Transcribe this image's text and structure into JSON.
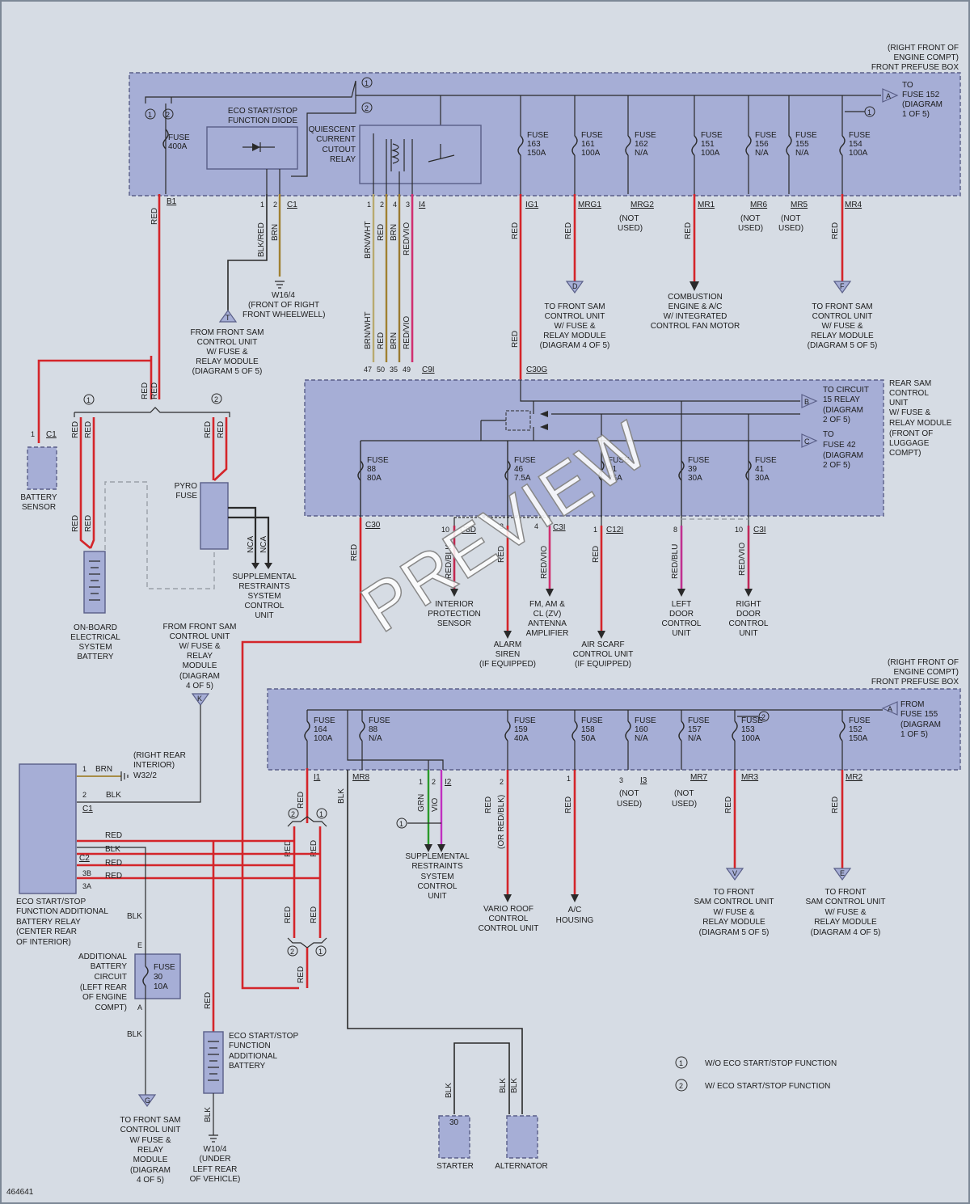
{
  "figure_id": "464641",
  "watermark": "PREVIEW",
  "top_box": {
    "location": [
      "(RIGHT FRONT OF",
      "ENGINE COMPT)",
      "FRONT PREFUSE BOX"
    ],
    "fuse_400": [
      "FUSE",
      "400A"
    ],
    "diode": [
      "ECO START/STOP",
      "FUNCTION DIODE"
    ],
    "relay": [
      "QUIESCENT",
      "CURRENT",
      "CUTOUT",
      "RELAY"
    ],
    "fuses": [
      [
        "FUSE",
        "163",
        "150A"
      ],
      [
        "FUSE",
        "161",
        "100A"
      ],
      [
        "FUSE",
        "162",
        "N/A"
      ],
      [
        "FUSE",
        "151",
        "100A"
      ],
      [
        "FUSE",
        "156",
        "N/A"
      ],
      [
        "FUSE",
        "155",
        "N/A"
      ],
      [
        "FUSE",
        "154",
        "100A"
      ]
    ],
    "to_fuse_152": [
      "TO",
      "FUSE 152",
      "(DIAGRAM",
      "1 OF 5)"
    ],
    "conn": {
      "b1": "B1",
      "c1": "C1",
      "i4": "I4",
      "ig1": "IG1",
      "mrg1": "MRG1",
      "mrg2": "MRG2",
      "mr1": "MR1",
      "mr6": "MR6",
      "mr5": "MR5",
      "mr4": "MR4"
    },
    "not_used": [
      "(NOT",
      "USED)"
    ]
  },
  "wires_top": {
    "red": "RED",
    "blk_red": "BLK/RED",
    "brn": "BRN",
    "brn_wht": "BRN/WHT",
    "red_vio": "RED/VIO"
  },
  "ground_w16": [
    "W16/4",
    "(FRONT OF RIGHT",
    "FRONT WHEELWELL)"
  ],
  "from_front_sam_t": [
    "FROM FRONT SAM",
    "CONTROL UNIT",
    "W/ FUSE &",
    "RELAY MODULE",
    "(DIAGRAM 5 OF 5)"
  ],
  "to_front_sam_d": [
    "TO FRONT SAM",
    "CONTROL UNIT",
    "W/ FUSE &",
    "RELAY MODULE",
    "(DIAGRAM 4 OF 5)"
  ],
  "combustion": [
    "COMBUSTION",
    "ENGINE & A/C",
    "W/ INTEGRATED",
    "CONTROL FAN MOTOR"
  ],
  "to_front_sam_f": [
    "TO FRONT SAM",
    "CONTROL UNIT",
    "W/ FUSE &",
    "RELAY MODULE",
    "(DIAGRAM 5 OF 5)"
  ],
  "c9i_pins": [
    "47",
    "50",
    "35",
    "49"
  ],
  "c9i": "C9I",
  "c30g": "C30G",
  "rear_sam": {
    "title": [
      "REAR SAM",
      "CONTROL",
      "UNIT",
      "W/ FUSE &",
      "RELAY MODULE",
      "(FRONT OF",
      "LUGGAGE",
      "COMPT)"
    ],
    "to_circuit": [
      "TO CIRCUIT",
      "15 RELAY",
      "(DIAGRAM",
      "2 OF 5)"
    ],
    "to_fuse42": [
      "TO",
      "FUSE 42",
      "(DIAGRAM",
      "2 OF 5)"
    ],
    "fuses": [
      [
        "FUSE",
        "88",
        "80A"
      ],
      [
        "FUSE",
        "46",
        "7.5A"
      ],
      [
        "FUSE",
        "61",
        "25A"
      ],
      [
        "FUSE",
        "39",
        "30A"
      ],
      [
        "FUSE",
        "41",
        "30A"
      ]
    ],
    "conn": {
      "c30": "C30",
      "c8d": "C8D",
      "c3i": "C3I",
      "c12i": "C12I",
      "c3i_b": "C3I"
    },
    "pins": {
      "p10a": "10",
      "p3": "3",
      "p4": "4",
      "p1": "1",
      "p8": "8",
      "p10b": "10"
    }
  },
  "rear_wires": {
    "red_blk": "RED/BLK",
    "red": "RED",
    "red_vio": "RED/VIO",
    "red_blu": "RED/BLU"
  },
  "rear_loads": {
    "interior": [
      "INTERIOR",
      "PROTECTION",
      "SENSOR"
    ],
    "alarm": [
      "ALARM",
      "SIREN",
      "(IF EQUIPPED)"
    ],
    "antenna": [
      "FM, AM &",
      "CL (ZV)",
      "ANTENNA",
      "AMPLIFIER"
    ],
    "airscarf": [
      "AIR SCARF",
      "CONTROL UNIT",
      "(IF EQUIPPED)"
    ],
    "left_door": [
      "LEFT",
      "DOOR",
      "CONTROL",
      "UNIT"
    ],
    "right_door": [
      "RIGHT",
      "DOOR",
      "CONTROL",
      "UNIT"
    ]
  },
  "battery_sensor": {
    "label": [
      "BATTERY",
      "SENSOR"
    ],
    "pin": "1",
    "conn": "C1"
  },
  "onboard_battery": [
    "ON-BOARD",
    "ELECTRICAL",
    "SYSTEM",
    "BATTERY"
  ],
  "pyro": {
    "label": [
      "PYRO",
      "FUSE"
    ],
    "wire": "NCA"
  },
  "srs_top": [
    "SUPPLEMENTAL",
    "RESTRAINTS",
    "SYSTEM",
    "CONTROL",
    "UNIT"
  ],
  "from_sam_k": [
    "FROM FRONT SAM",
    "CONTROL UNIT",
    "W/ FUSE &",
    "RELAY",
    "MODULE",
    "(DIAGRAM",
    "4 OF 5)"
  ],
  "bottom_box": {
    "location": [
      "(RIGHT FRONT OF",
      "ENGINE COMPT)",
      "FRONT PREFUSE BOX"
    ],
    "fuses": [
      [
        "FUSE",
        "164",
        "100A"
      ],
      [
        "FUSE",
        "88",
        "N/A"
      ],
      [
        "FUSE",
        "159",
        "40A"
      ],
      [
        "FUSE",
        "158",
        "50A"
      ],
      [
        "FUSE",
        "160",
        "N/A"
      ],
      [
        "FUSE",
        "157",
        "N/A"
      ],
      [
        "FUSE",
        "153",
        "100A"
      ],
      [
        "FUSE",
        "152",
        "150A"
      ]
    ],
    "from_fuse155": [
      "FROM",
      "FUSE 155",
      "(DIAGRAM",
      "1 OF 5)"
    ],
    "conn": {
      "i1": "I1",
      "mr8": "MR8",
      "i2": "I2",
      "i3": "I3",
      "mr7": "MR7",
      "mr3": "MR3",
      "mr2": "MR2"
    },
    "pins": {
      "p1a": "1",
      "p2a": "2",
      "p2b": "2",
      "p1b": "1",
      "p3": "3"
    }
  },
  "bottom_wires": {
    "red": "RED",
    "blk": "BLK",
    "grn": "GRN",
    "vio": "VIO",
    "red_or": "(OR RED/BLK)",
    "brn": "BRN"
  },
  "rear_ground": [
    "(RIGHT REAR",
    "INTERIOR)",
    "W32/2"
  ],
  "eco_relay": {
    "label": [
      "ECO START/STOP",
      "FUNCTION ADDITIONAL",
      "BATTERY RELAY",
      "(CENTER REAR",
      "OF INTERIOR)"
    ],
    "pins": {
      "p1": "1",
      "p2": "2",
      "c1": "C1",
      "c2": "C2",
      "p3b": "3B",
      "p3a": "3A"
    }
  },
  "addl_circuit": {
    "label": [
      "ADDITIONAL",
      "BATTERY",
      "CIRCUIT",
      "(LEFT REAR",
      "OF ENGINE",
      "COMPT)"
    ],
    "fuse": [
      "FUSE",
      "30",
      "10A"
    ],
    "e": "E",
    "a": "A"
  },
  "eco_battery": [
    "ECO START/STOP",
    "FUNCTION",
    "ADDITIONAL",
    "BATTERY"
  ],
  "ground_w10": [
    "W10/4",
    "(UNDER",
    "LEFT REAR",
    "OF VEHICLE)"
  ],
  "to_front_sam_g": [
    "TO FRONT SAM",
    "CONTROL UNIT",
    "W/ FUSE &",
    "RELAY",
    "MODULE",
    "(DIAGRAM",
    "4 OF 5)"
  ],
  "srs_bottom": [
    "SUPPLEMENTAL",
    "RESTRAINTS",
    "SYSTEM",
    "CONTROL",
    "UNIT"
  ],
  "vario": [
    "VARIO ROOF",
    "CONTROL",
    "CONTROL UNIT"
  ],
  "ac_housing": [
    "A/C",
    "HOUSING"
  ],
  "to_front_sam_v": [
    "TO FRONT",
    "SAM CONTROL UNIT",
    "W/ FUSE &",
    "RELAY MODULE",
    "(DIAGRAM 5 OF 5)"
  ],
  "to_front_sam_e": [
    "TO FRONT",
    "SAM CONTROL UNIT",
    "W/ FUSE &",
    "RELAY MODULE",
    "(DIAGRAM 4 OF 5)"
  ],
  "starter": {
    "label": "STARTER",
    "pin": "30"
  },
  "alternator": "ALTERNATOR",
  "legend": {
    "one": "W/O ECO START/STOP FUNCTION",
    "two": "W/ ECO START/STOP FUNCTION"
  },
  "arrow_letters": {
    "a": "A",
    "t": "T",
    "d": "D",
    "f": "F",
    "b": "B",
    "c": "C",
    "k": "K",
    "g": "G",
    "v": "V",
    "e": "E"
  },
  "circ_one": "1",
  "circ_two": "2"
}
